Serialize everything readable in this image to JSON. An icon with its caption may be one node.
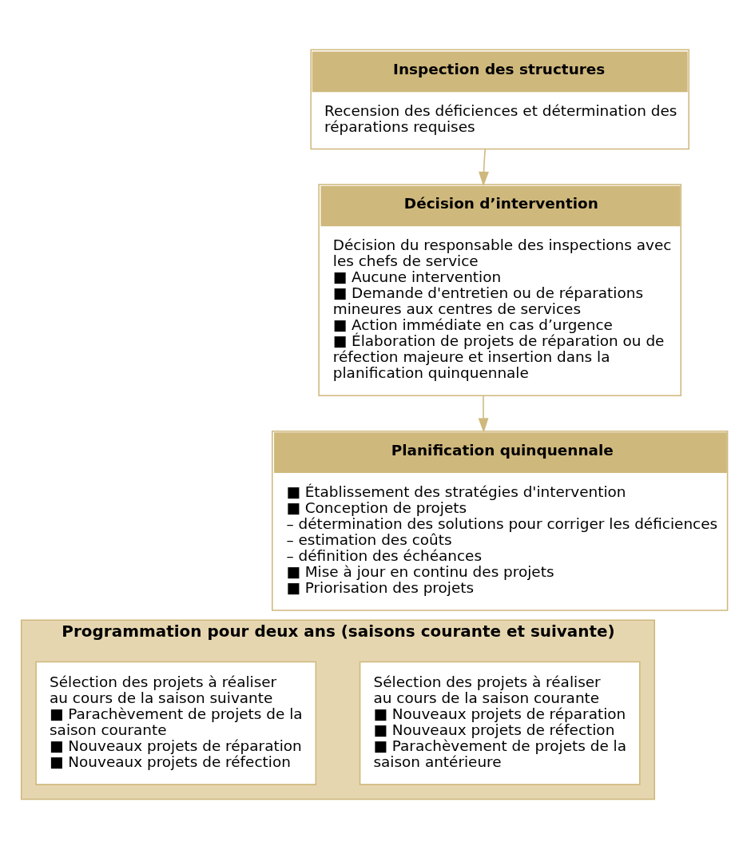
{
  "diagram": {
    "nodes": [
      {
        "text": [
          "Inspection des structures",
          "Recension des déficiences et détermination des réparations requises"
        ]
      },
      {
        "text": [
          "Décision d’intervention",
          "Décision du responsable des inspections avec les chefs de service",
          "■ Aucune intervention",
          "■ Demande d'entretien ou de réparations mineures aux centres de services",
          "■ Action immédiate en cas d’urgence",
          "■ Élaboration de projets de réparation ou de réfection majeure et insertion dans la planification quinquennale"
        ]
      },
      {
        "text": [
          "Planification quinquennale",
          "■ Établissement des stratégies d'intervention",
          "■ Conception de projets",
          "– détermination des solutions pour corriger les déficiences",
          "– estimation des coûts",
          "– définition des échéances",
          "■ Mise à jour en continu des projets",
          "■ Priorisation des projets"
        ]
      },
      {
        "text": [
          "Programmation pour deux ans (saisons courante et suivante)"
        ]
      },
      {
        "text": [
          "Sélection des projets à réaliser au cours de la saison courante",
          "■ Nouveaux projets de réparation",
          "■ Nouveaux projets de réfection",
          "■ Parachèvement de projets de la saison antérieure"
        ],
        "in": 3
      },
      {
        "text": [
          "Sélection des projets à réaliser au cours de la saison suivante",
          "■ Parachèvement de projets de la saison courante",
          "■ Nouveaux projets de réparation",
          "■ Nouveaux projets de réfection"
        ],
        "in": 3
      }
    ],
    "edges": [
      {
        "from": 0,
        "to": 1,
        "arrow": "to"
      },
      {
        "from": 1,
        "to": 2,
        "arrow": "to"
      }
    ]
  }
}
